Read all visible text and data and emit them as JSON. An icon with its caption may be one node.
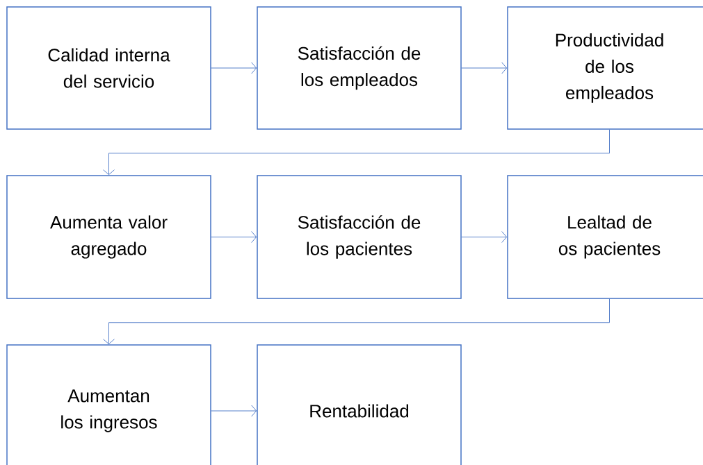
{
  "diagram": {
    "nodes": [
      {
        "text": [
          "Calidad interna del servicio"
        ]
      },
      {
        "text": [
          "Satisfacción de los empleados"
        ]
      },
      {
        "text": [
          "Productividad de los empleados"
        ]
      },
      {
        "text": [
          "Aumenta valor agregado"
        ]
      },
      {
        "text": [
          "Satisfacción de los pacientes"
        ]
      },
      {
        "text": [
          "Lealtad de os pacientes"
        ]
      },
      {
        "text": [
          "Aumentan los ingresos"
        ]
      },
      {
        "text": [
          "Rentabilidad"
        ]
      }
    ],
    "edges": [
      {
        "from": 0,
        "to": 1,
        "arrow": "to"
      },
      {
        "from": 1,
        "to": 2,
        "arrow": "to"
      },
      {
        "from": 2,
        "to": 3,
        "arrow": "to"
      },
      {
        "from": 3,
        "to": 4,
        "arrow": "to"
      },
      {
        "from": 4,
        "to": 5,
        "arrow": "to"
      },
      {
        "from": 5,
        "to": 6,
        "arrow": "to"
      },
      {
        "from": 6,
        "to": 7,
        "arrow": "to"
      }
    ]
  }
}
